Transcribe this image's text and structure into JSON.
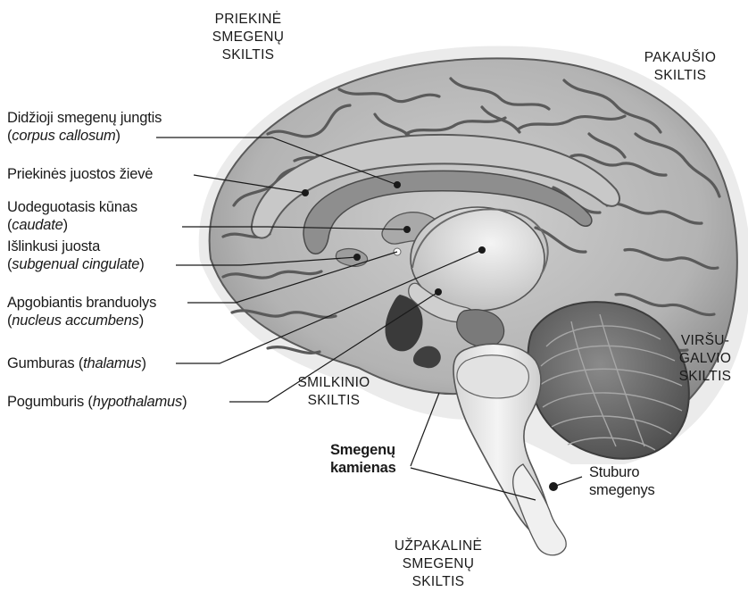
{
  "regions": {
    "frontal": [
      "PRIEKINĖ",
      "SMEGENŲ",
      "SKILTIS"
    ],
    "occipital": [
      "PAKAUŠIO",
      "SKILTIS"
    ],
    "parietal": [
      "VIRŠU-",
      "GALVIO",
      "SKILTIS"
    ],
    "temporal": [
      "SMILKINIO",
      "SKILTIS"
    ],
    "posterior": [
      "UŽPAKALINĖ",
      "SMEGENŲ",
      "SKILTIS"
    ]
  },
  "labels": {
    "corpus_callosum": {
      "line1": "Didžioji smegenų jungtis",
      "open": "(",
      "latin": "corpus callosum",
      "close": ")"
    },
    "cingulate_cortex": {
      "line1": "Priekinės juostos žievė"
    },
    "caudate": {
      "line1": "Uodeguotasis kūnas",
      "open": "(",
      "latin": "caudate",
      "close": ")"
    },
    "subgenual": {
      "line1": "Išlinkusi juosta",
      "open": "(",
      "latin": "subgenual cingulate",
      "close": ")"
    },
    "accumbens": {
      "line1": "Apgobiantis branduolys",
      "open": "(",
      "latin": "nucleus accumbens",
      "close": ")"
    },
    "thalamus": {
      "prefix": "Gumburas (",
      "latin": "thalamus",
      "suffix": ")"
    },
    "hypothalamus": {
      "prefix": "Pogumburis (",
      "latin": "hypothalamus",
      "suffix": ")"
    },
    "brainstem": [
      "Smegenų",
      "kamienas"
    ],
    "spinal_cord": [
      "Stuburo",
      "smegenys"
    ]
  },
  "colors": {
    "cortex": "#b9b9b9",
    "sulcus": "#5a5a5a",
    "callosum": "#8e8e8e",
    "thalamus": "#e6e6e6",
    "stem": "#ececec",
    "cerebellum": "#6f6f6f",
    "line": "#1a1a1a"
  }
}
